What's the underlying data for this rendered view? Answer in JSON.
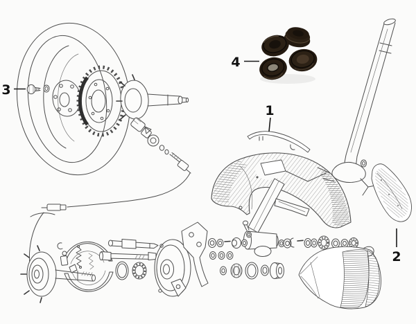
{
  "diagram": {
    "callouts": {
      "c1": {
        "label": "1"
      },
      "c2": {
        "label": "2"
      },
      "c3": {
        "label": "3"
      },
      "c4": {
        "label": "4"
      }
    },
    "colors": {
      "background": "#fbfbfa",
      "ink": "#4d4d4d",
      "label_ink": "#111111",
      "leader": "#1a1a1a",
      "grommet_dark": "#241a10",
      "grommet_face": "#2c2115",
      "grommet_hole_dark": "#17110b",
      "grommet_hole_light": "#8d8678",
      "grommet_highlight": "#6b5a45"
    }
  }
}
